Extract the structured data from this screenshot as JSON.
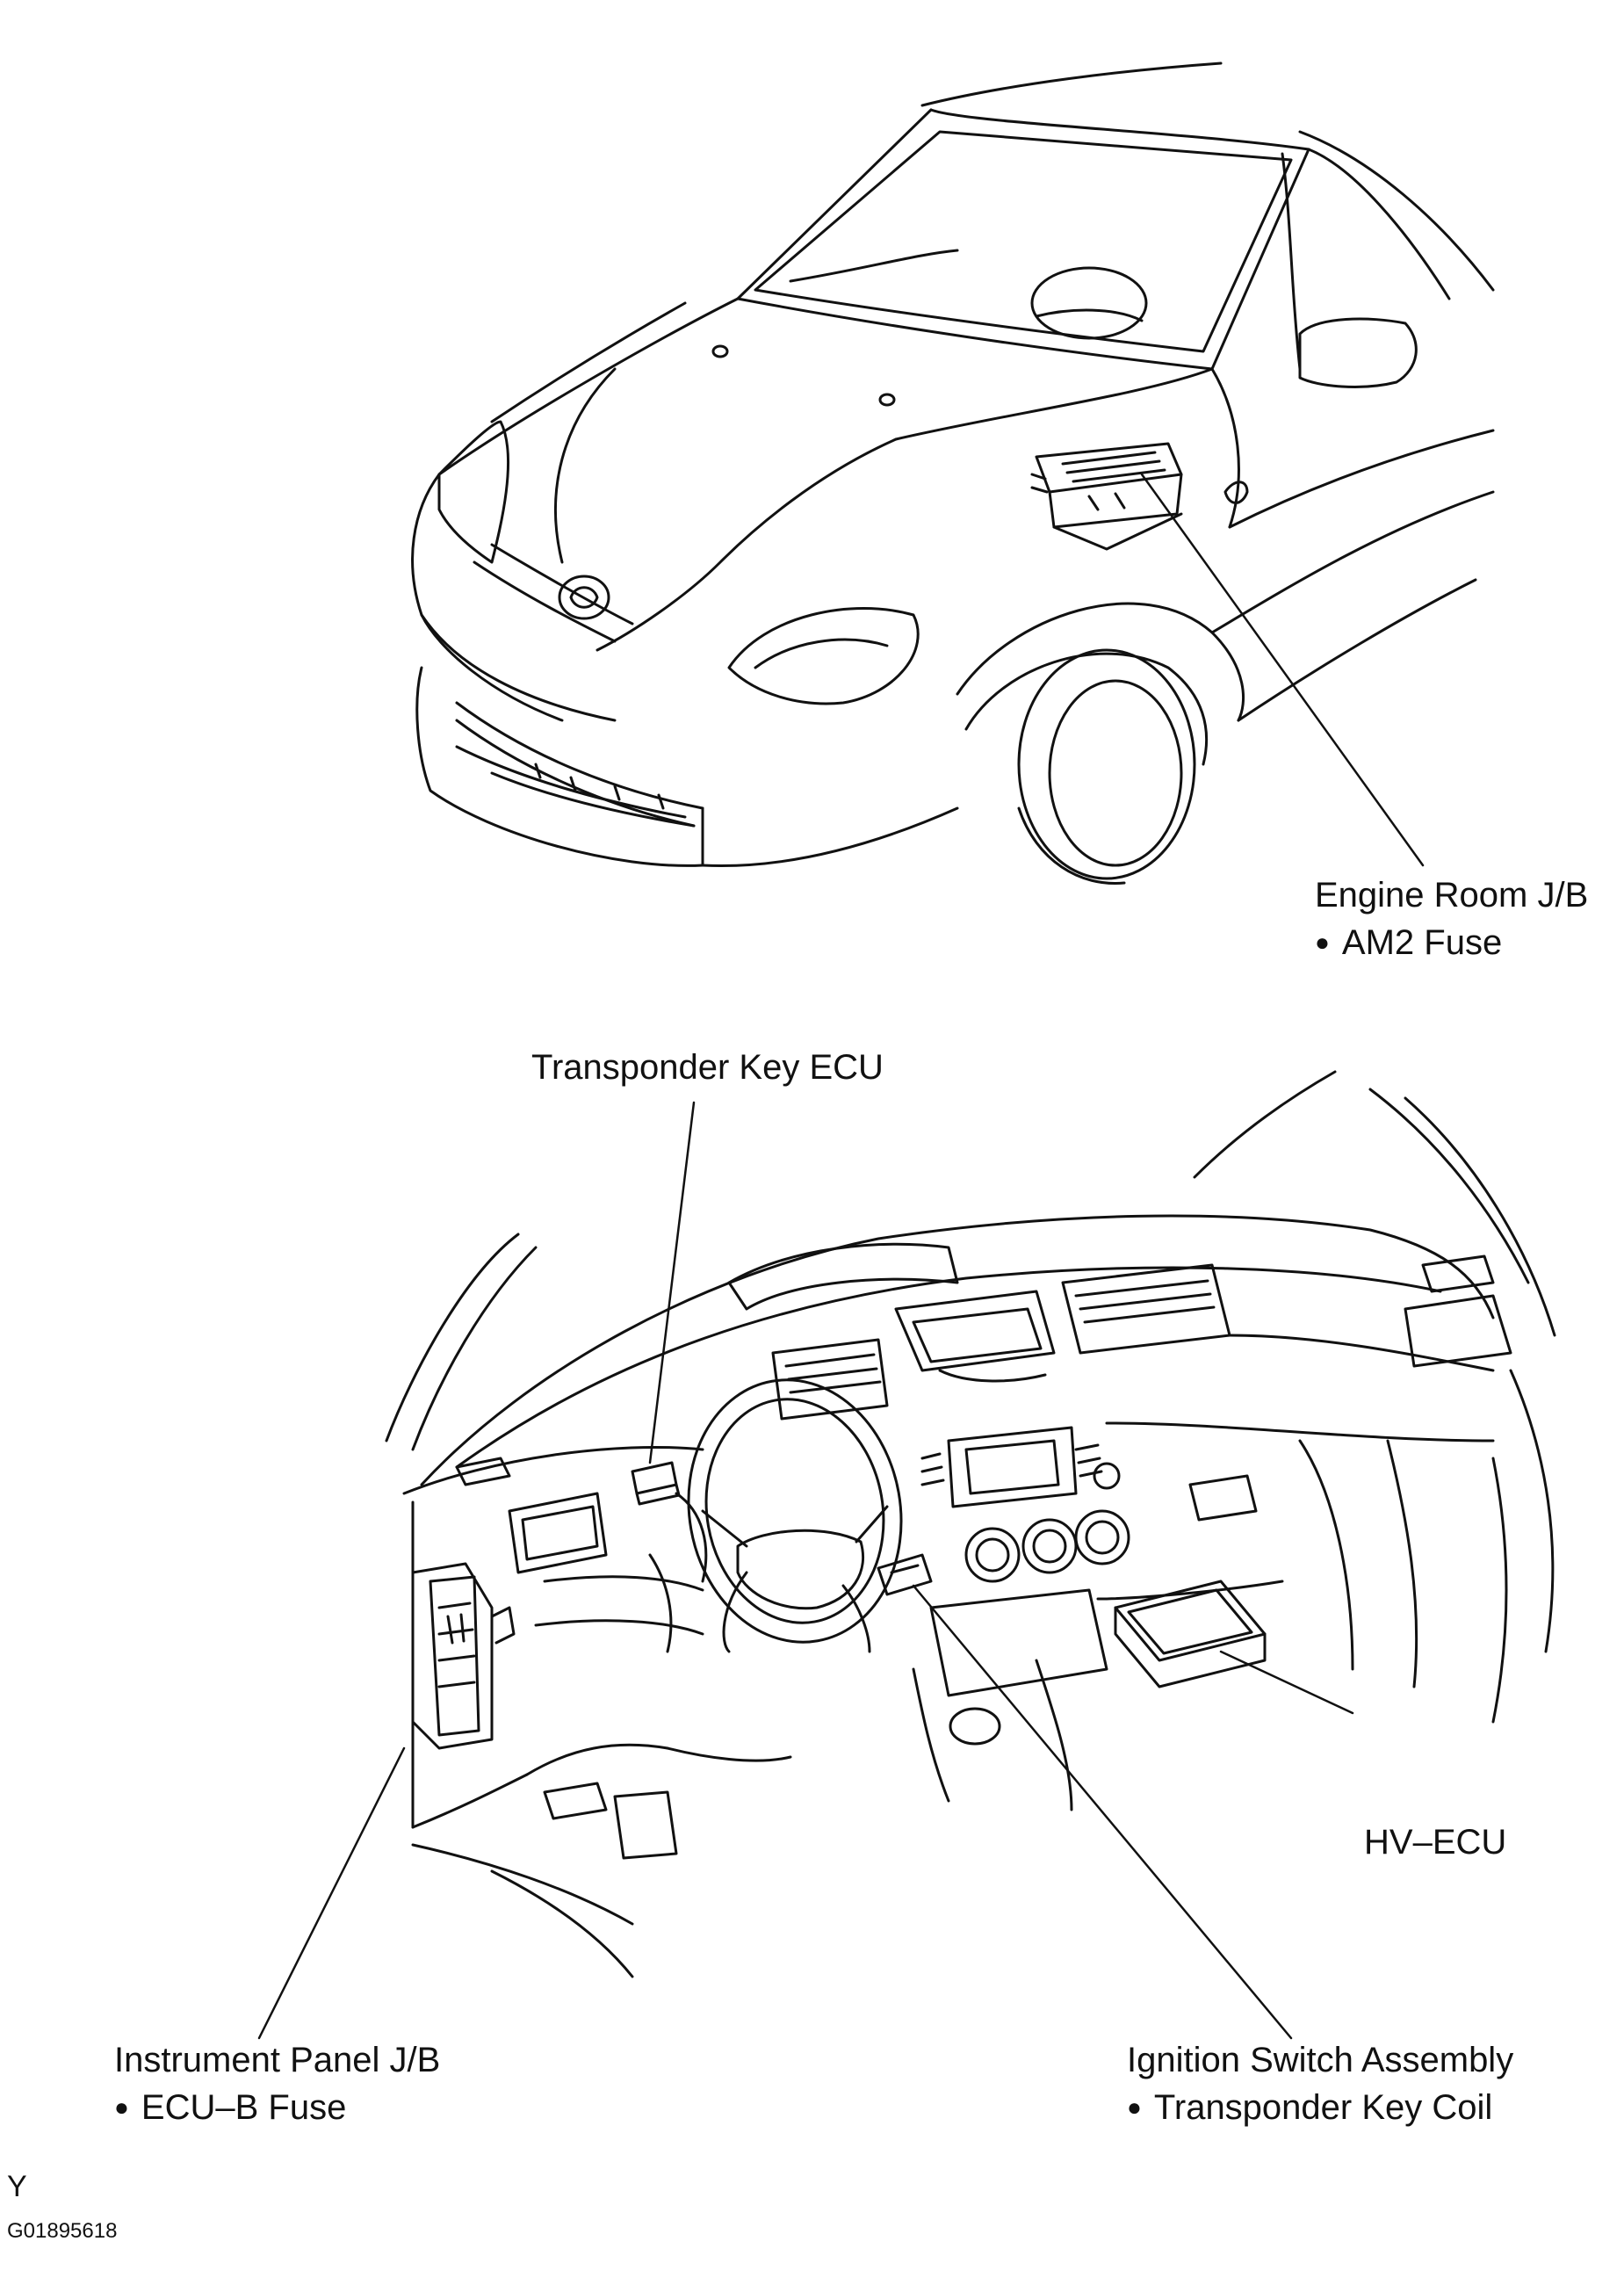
{
  "callouts": {
    "engine_room_jb": {
      "title": "Engine Room J/B",
      "item": "AM2 Fuse"
    },
    "transponder_key_ecu": {
      "title": "Transponder Key ECU"
    },
    "hv_ecu": {
      "title": "HV–ECU"
    },
    "instrument_panel_jb": {
      "title": "Instrument Panel J/B",
      "item": "ECU–B Fuse"
    },
    "ignition_switch": {
      "title": "Ignition Switch Assembly",
      "item": "Transponder Key Coil"
    }
  },
  "footer": {
    "letter": "Y",
    "code": "G01895618"
  },
  "icons": [
    "bullet-icon"
  ]
}
